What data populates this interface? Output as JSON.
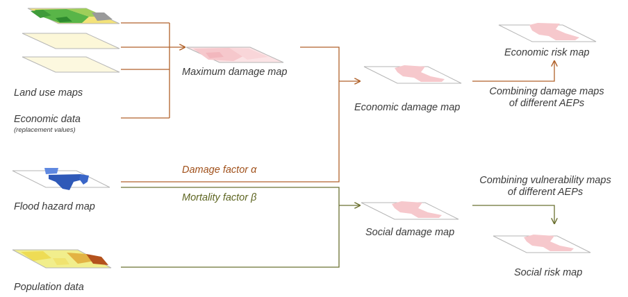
{
  "labels": {
    "land_use_maps": "Land use maps",
    "economic_data": "Economic data",
    "replacement_values": "(replacement values)",
    "flood_hazard_map": "Flood hazard map",
    "population_data": "Population data",
    "maximum_damage_map": "Maximum damage map",
    "economic_damage_map": "Economic damage map",
    "economic_risk_map": "Economic risk map",
    "social_damage_map": "Social damage map",
    "social_risk_map": "Social risk map",
    "damage_factor": "Damage factor α",
    "mortality_factor": "Mortality factor β",
    "combining_damage_line1": "Combining damage maps",
    "combining_damage_line2": "of different AEPs",
    "combining_vuln_line1": "Combining vulnerability maps",
    "combining_vuln_line2": "of different AEPs"
  },
  "colors": {
    "economic_arrow": "#b0622a",
    "social_arrow": "#6b7030",
    "damage_fill": "#f6c8cc",
    "damage_bg": "#fdf2f3",
    "landuse_green": "#59b548",
    "landuse_yellow": "#f3e27a",
    "flood_blue": "#2f59b8",
    "population_yellow": "#f1ee8c"
  }
}
